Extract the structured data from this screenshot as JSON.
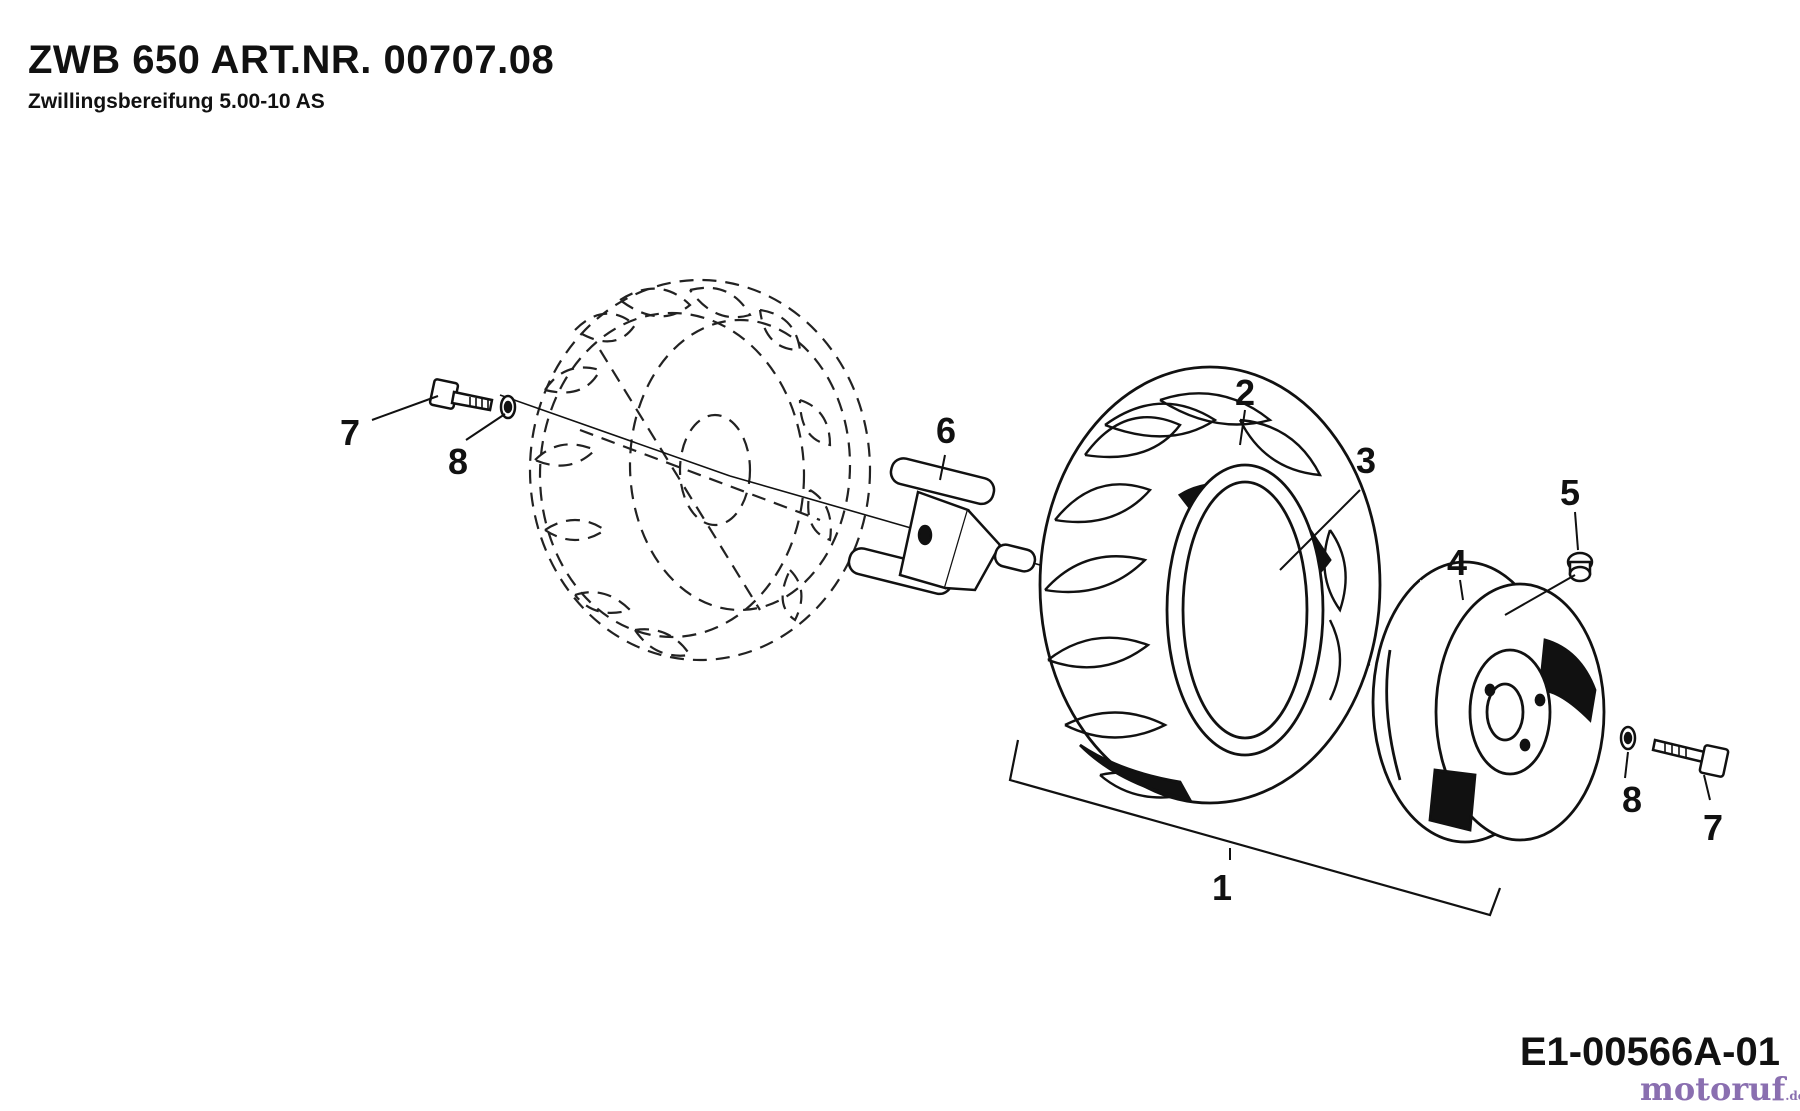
{
  "header": {
    "title": "ZWB 650 ART.NR. 00707.08",
    "subtitle": "Zwillingsbereifung 5.00-10 AS"
  },
  "drawing_number": "E1-00566A-01",
  "watermark": {
    "part1": "motoruf",
    "suffix": ".de"
  },
  "callouts": {
    "c1": "1",
    "c2": "2",
    "c3": "3",
    "c4": "4",
    "c5": "5",
    "c6": "6",
    "c7_left": "7",
    "c8_left": "8",
    "c8_right": "8",
    "c7_right": "7"
  },
  "colors": {
    "ink": "#111111",
    "ghost": "#222222",
    "watermark": "#9c7db4"
  }
}
